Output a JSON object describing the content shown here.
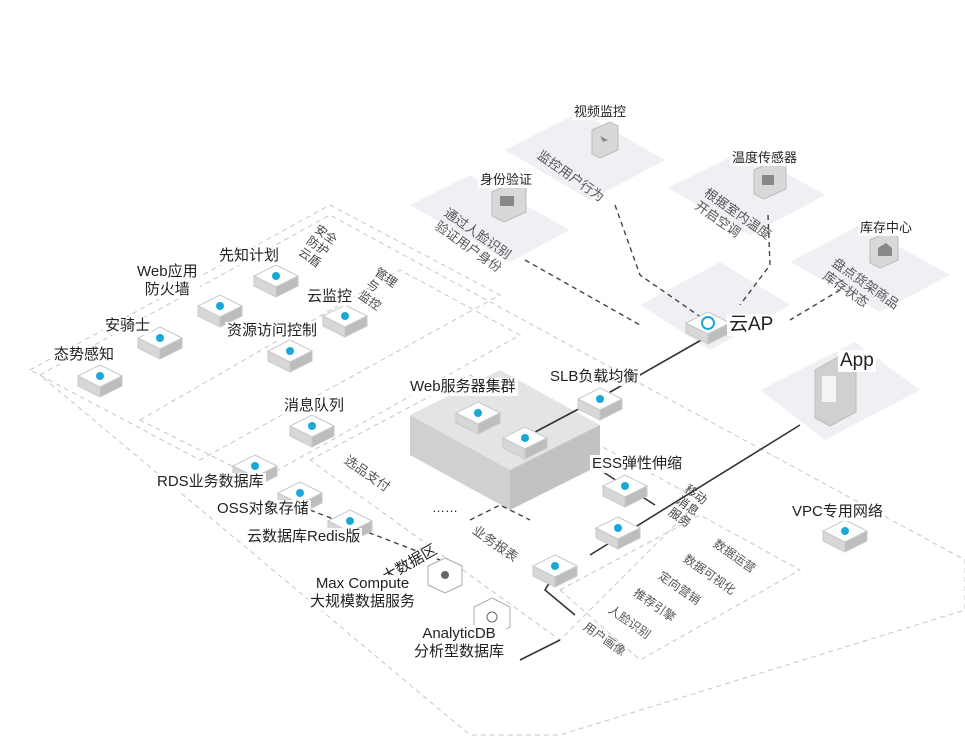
{
  "cloud_ap": "云AP",
  "app": "App",
  "vpc": "VPC专用网络",
  "slb": "SLB负载均衡",
  "web_cluster": "Web服务器集群",
  "ess": "ESS弹性伸缩",
  "message_queue": "消息队列",
  "rds": "RDS业务数据库",
  "oss": "OSS对象存储",
  "redis": "云数据库Redis版",
  "big_data_zone": "大数据区",
  "maxcompute": "Max Compute\n大规模数据服务",
  "analyticdb": "AnalyticDB\n分析型数据库",
  "situational_awareness": "态势感知",
  "aegis": "安骑士",
  "web_firewall": "Web应用\n防火墙",
  "prophet": "先知计划",
  "security_zone": "安全\n防护\n云盾",
  "cloud_monitor": "云监控",
  "ram": "资源访问控制",
  "mgmt_zone": "管理\n与\n监控",
  "video_monitor": "视频监控",
  "video_tile": "监控用户行为",
  "identity": "身份验证",
  "identity_tile": "通过人脸识别\n验证用户身份",
  "temp_sensor": "温度传感器",
  "temp_tile": "根据室内温度\n开启空调",
  "inventory_center": "库存中心",
  "inventory_tile": "盘点货架商品\n库存状态",
  "select_pay": "选品支付",
  "dots": "……",
  "business_report": "业务报表",
  "mobile_msg": "移动\n消息\n服务",
  "data_services": [
    "数据运营",
    "数据可视化",
    "定向营销",
    "推荐引擎",
    "人脸识别",
    "用户画像"
  ],
  "colors": {
    "accent": "#1aa9d6",
    "tile": "#eef0f3",
    "line": "#333333",
    "dash": "#bcbcbc"
  }
}
